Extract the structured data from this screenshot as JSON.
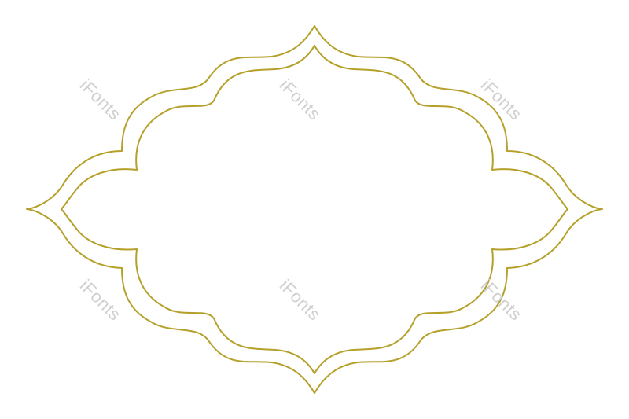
{
  "frame": {
    "stroke_color": "#b5a02a",
    "background_color": "#ffffff"
  },
  "watermarks": [
    {
      "text": "iFonts"
    },
    {
      "text": "iFonts"
    },
    {
      "text": "iFonts"
    },
    {
      "text": "iFonts"
    },
    {
      "text": "iFonts"
    },
    {
      "text": "iFonts"
    }
  ]
}
